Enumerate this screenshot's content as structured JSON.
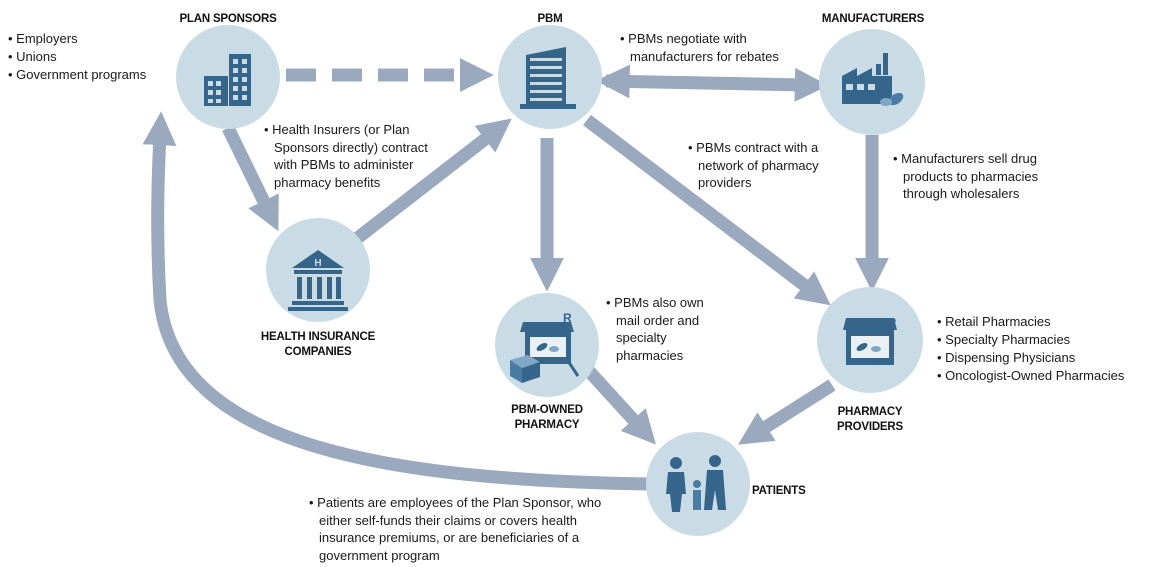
{
  "nodes": {
    "plan_sponsors": "PLAN SPONSORS",
    "pbm": "PBM",
    "manufacturers": "MANUFACTURERS",
    "health_insurance": [
      "HEALTH INSURANCE",
      "COMPANIES"
    ],
    "pbm_owned": [
      "PBM-OWNED",
      "PHARMACY"
    ],
    "pharmacy_providers": [
      "PHARMACY",
      "PROVIDERS"
    ],
    "patients": "PATIENTS"
  },
  "plan_sponsor_types": [
    "Employers",
    "Unions",
    "Government programs"
  ],
  "pharmacy_types": [
    "Retail Pharmacies",
    "Specialty Pharmacies",
    "Dispensing Physicians",
    "Oncologist-Owned Pharmacies"
  ],
  "notes": {
    "rebates": [
      "• PBMs negotiate with",
      "manufacturers for rebates"
    ],
    "insurers": [
      "• Health Insurers (or Plan",
      "Sponsors directly) contract",
      "with PBMs to administer",
      "pharmacy benefits"
    ],
    "network": [
      "• PBMs contract with a",
      "network of pharmacy",
      "providers"
    ],
    "wholesalers": [
      "• Manufacturers sell drug",
      "products to pharmacies",
      "through wholesalers"
    ],
    "mail_order": [
      "• PBMs also own",
      "mail order and",
      "specialty",
      "pharmacies"
    ],
    "patients": [
      "• Patients are employees of the Plan Sponsor, who",
      "either self-funds their claims or covers health",
      "insurance premiums, or are beneficiaries of a",
      "government program"
    ]
  },
  "colors": {
    "node_fill": "#c9dce6",
    "arrow": "#9aa9bd",
    "icon": "#35658a"
  },
  "icons": {
    "plan_sponsors": "office-buildings-icon",
    "pbm": "corporate-building-icon",
    "manufacturers": "factory-icon",
    "health_insurance": "hospital-building-icon",
    "pbm_owned": "mail-order-pharmacy-icon",
    "pharmacy_providers": "pharmacy-storefront-icon",
    "patients": "family-icon"
  }
}
